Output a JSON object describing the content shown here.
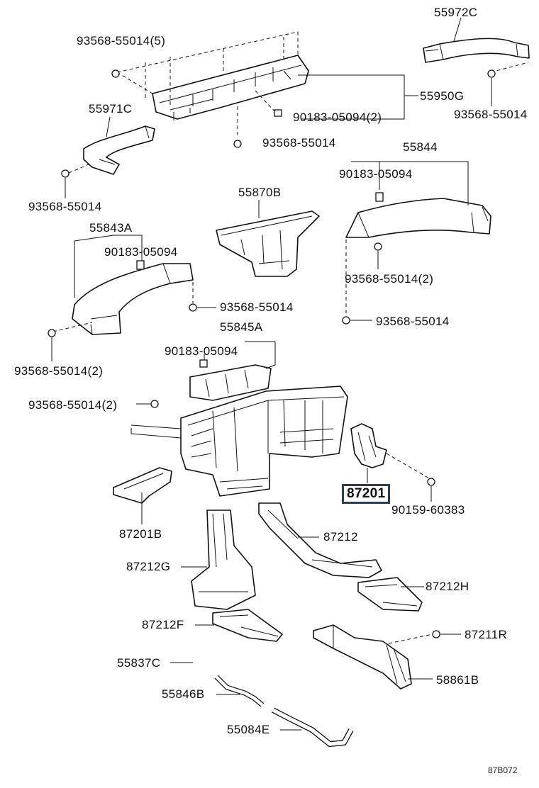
{
  "diagram": {
    "labels": [
      "93568-55014(5)",
      "55972C",
      "55950G",
      "93568-55014",
      "55971C",
      "90183-05094(2)",
      "93568-55014",
      "93568-55014",
      "55844",
      "90183-05094",
      "55870B",
      "55843A",
      "90183-05094",
      "93568-55014(2)",
      "93568-55014",
      "93568-55014",
      "55845A",
      "93568-55014(2)",
      "90183-05094",
      "93568-55014(2)",
      "87201",
      "90159-60383",
      "87201B",
      "87212",
      "87212G",
      "87212H",
      "87212F",
      "87211R",
      "55837C",
      "58861B",
      "55846B",
      "55084E"
    ],
    "highlighted_part": "87201",
    "figure_code": "87B072"
  }
}
